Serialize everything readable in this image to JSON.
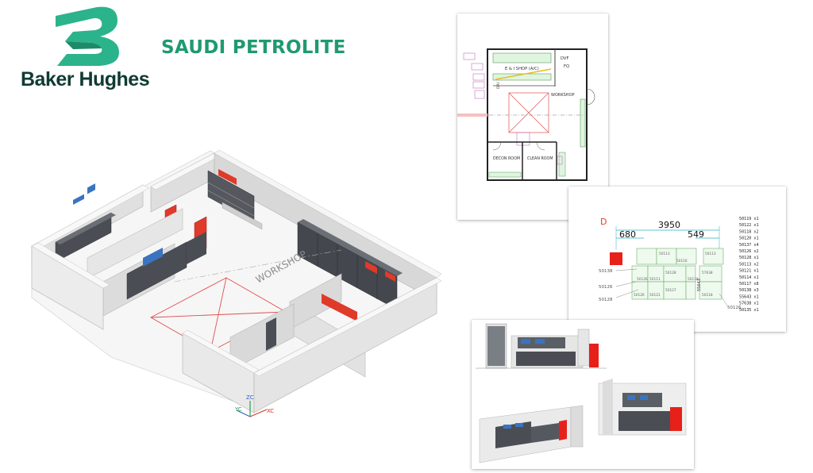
{
  "logos": {
    "baker_hughes": {
      "name": "Baker Hughes",
      "color": "#0f3b32",
      "mark_color": "#2bb38b"
    },
    "saudi_petrolite": {
      "name": "SAUDI PETROLITE",
      "color": "#1f9a6f"
    }
  },
  "model_3d": {
    "room_label": "WORKSHOP",
    "axes": {
      "z": "ZC",
      "y": "YC",
      "x": "XC"
    },
    "colors": {
      "wall": "#ececec",
      "cabinet": "#4a4e54",
      "accent": "#e03a2a",
      "bins": "#3a74c0",
      "floor_marking": "#e05050"
    }
  },
  "floor_plan": {
    "labels": {
      "e_i_shop": "E & I SHOP (A/C)",
      "dvf": "DVF",
      "fq": "FQ",
      "workshop": "WORKSHOP",
      "decon_room": "DECON ROOM",
      "clean_room": "CLEAN ROOM",
      "side_tag": "DRI"
    }
  },
  "elevation": {
    "marker": "D",
    "dimensions": {
      "overall": "3950",
      "left": "680",
      "right": "549"
    },
    "callouts": [
      "50138",
      "50126",
      "50128",
      "50126"
    ],
    "item_tags": [
      "50113",
      "50113",
      "50126",
      "50111",
      "50128",
      "50118",
      "50127",
      "57638",
      "50126",
      "50121",
      "50116",
      "50118"
    ],
    "side_label": "55643",
    "bill_of_materials": [
      "50119 x1",
      "50122 x1",
      "50118 x2",
      "50120 x1",
      "50137 x4",
      "50126 x2",
      "50128 x1",
      "50113 x2",
      "50121 x1",
      "50114 x1",
      "50117 x8",
      "50138 x3",
      "55643 x1",
      "57638 x1",
      "50135 x1"
    ]
  }
}
